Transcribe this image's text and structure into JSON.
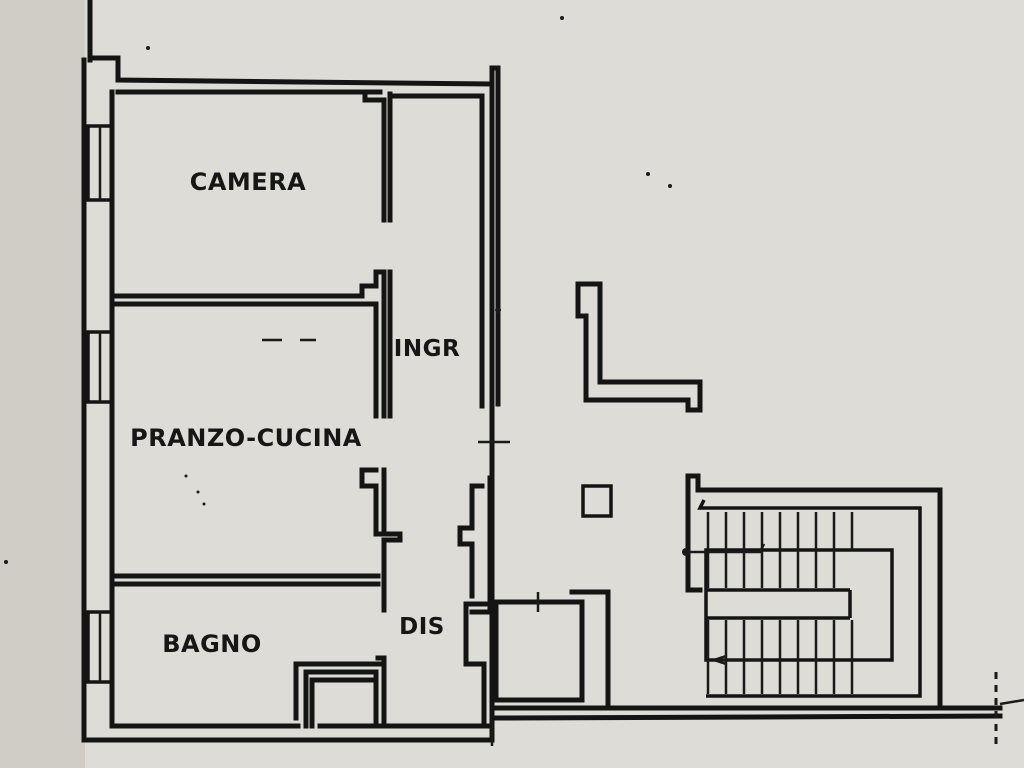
{
  "rooms": {
    "camera": "CAMERA",
    "ingresso": "INGR",
    "pranzo_cucina": "PRANZO-CUCINA",
    "disimpegno": "DIS",
    "bagno": "BAGNO"
  },
  "colors": {
    "paper": "#dddcd6",
    "ink": "#141414"
  }
}
